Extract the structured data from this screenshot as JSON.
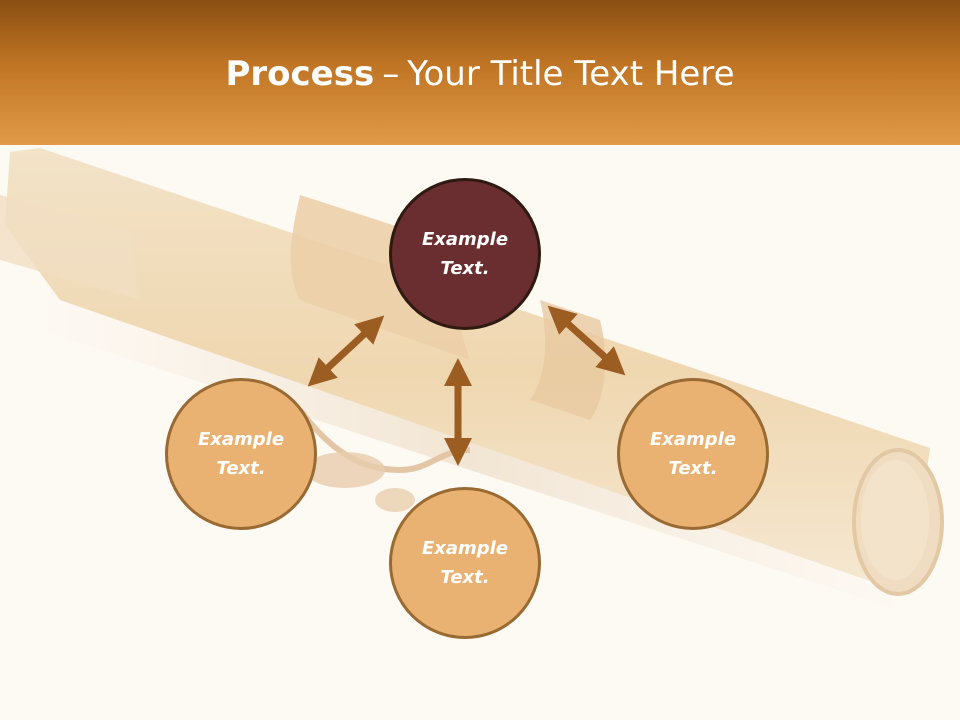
{
  "slide": {
    "title_strong": "Process",
    "title_separator": "–",
    "title_rest": "Your Title Text Here"
  },
  "diagram": {
    "center": {
      "line1": "Example",
      "line2": "Text."
    },
    "left": {
      "line1": "Example",
      "line2": "Text."
    },
    "bottom": {
      "line1": "Example",
      "line2": "Text."
    },
    "right": {
      "line1": "Example",
      "line2": "Text."
    }
  },
  "colors": {
    "header_dark": "#8a4f12",
    "header_light": "#e09a48",
    "node_outer_fill": "#e9b273",
    "node_outer_border": "#9a6a33",
    "node_center_fill": "#6a2d30",
    "arrow": "#9c5d22"
  }
}
